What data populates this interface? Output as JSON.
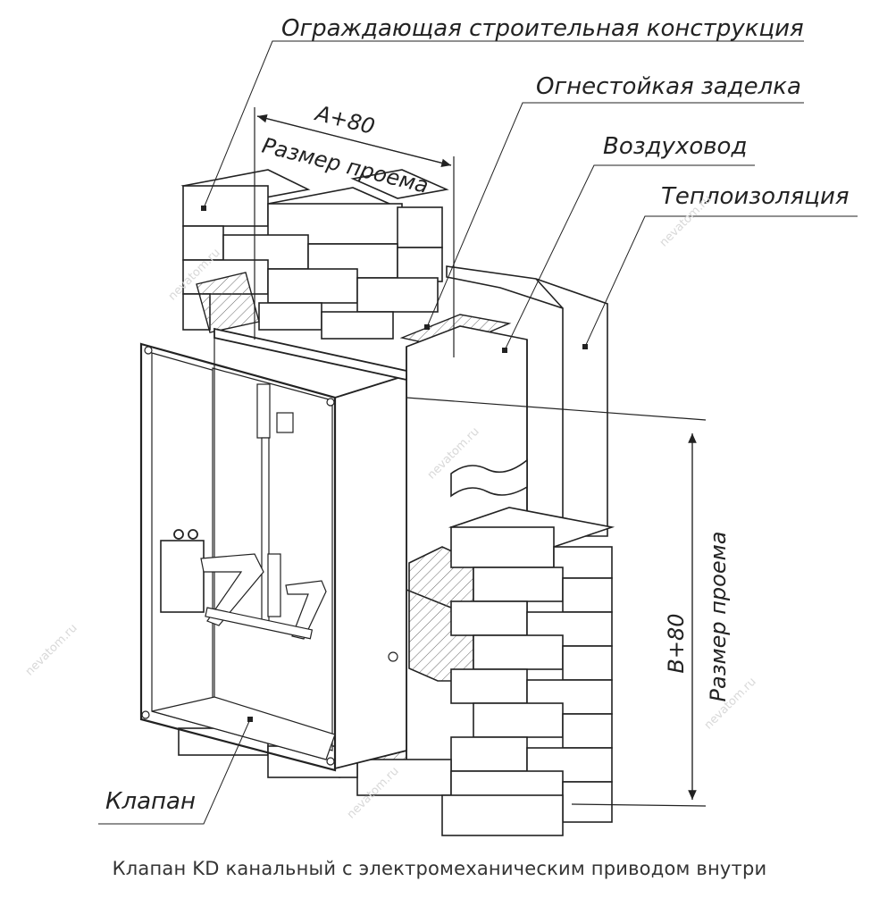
{
  "callouts": {
    "enclosing_structure": "Ограждающая строительная конструкция",
    "fire_sealing": "Огнестойкая заделка",
    "duct": "Воздуховод",
    "insulation": "Теплоизоляция",
    "valve": "Клапан"
  },
  "dimensions": {
    "width_value": "A+80",
    "width_label": "Размер проема",
    "height_value": "B+80",
    "height_label": "Размер проема"
  },
  "caption": "Клапан KD канальный с электромеханическим приводом внутри",
  "watermark": "nevatom.ru",
  "colors": {
    "line": "#222222",
    "brick": "#ffffff",
    "hatch": "#555555",
    "watermark": "#d8d8d8"
  }
}
